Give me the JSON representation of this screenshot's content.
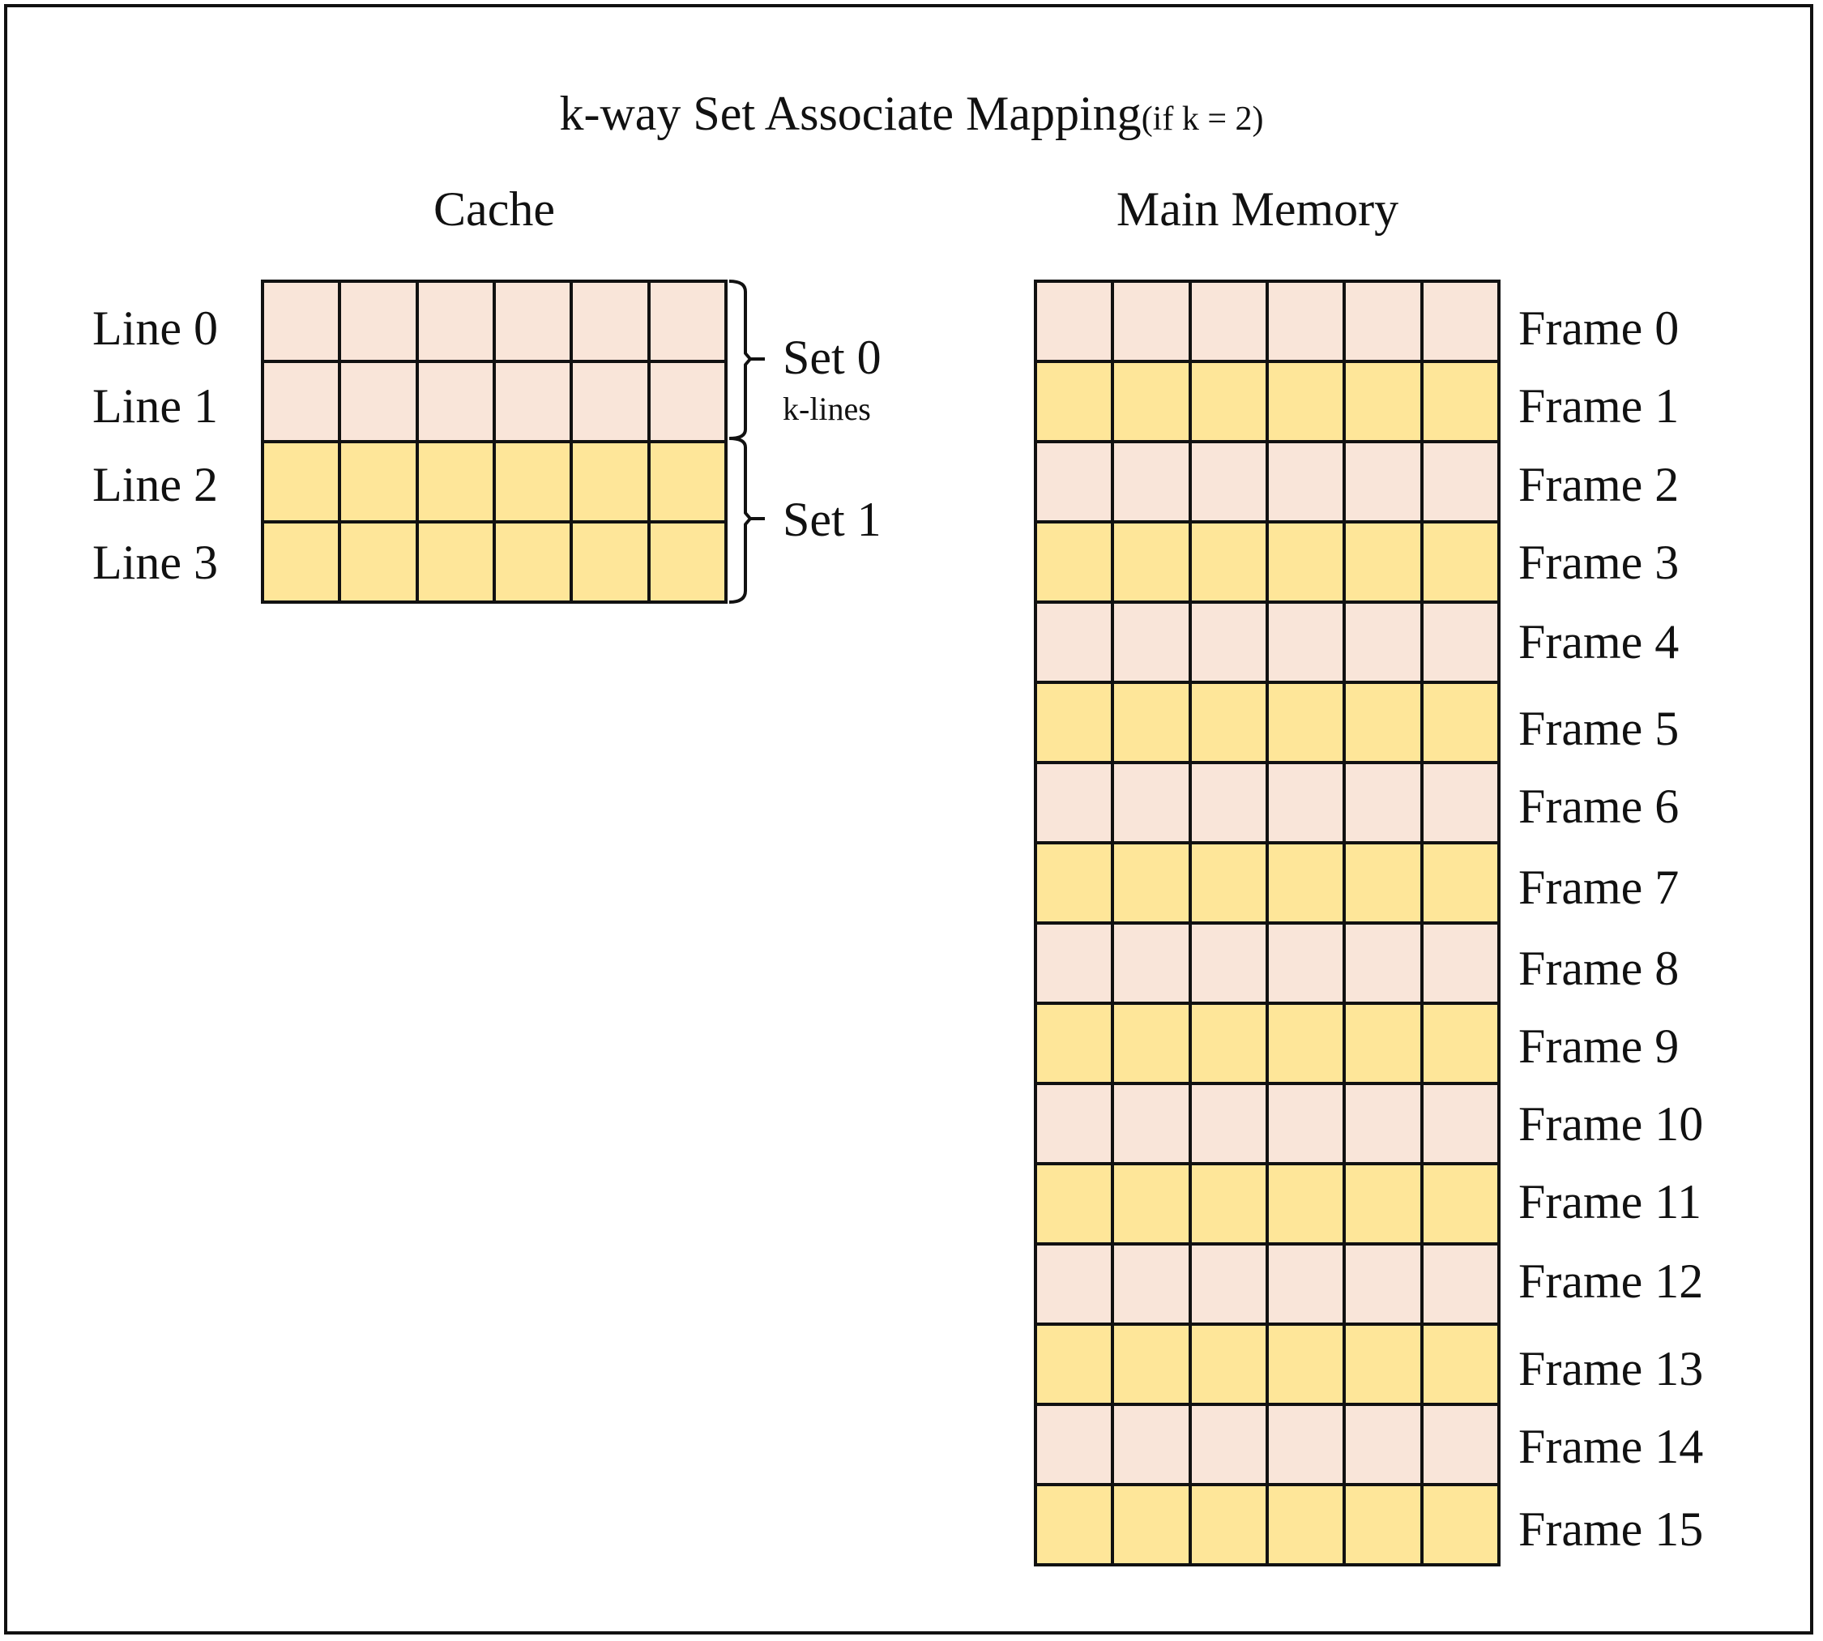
{
  "title": "k-way Set Associate Mapping",
  "title_suffix": "(if k = 2)",
  "colors": {
    "peach": "#f9e5d9",
    "yellow": "#fee699",
    "line": "#111111"
  },
  "cache": {
    "heading": "Cache",
    "columns": 6,
    "lines": [
      {
        "label": "Line 0",
        "color": "peach"
      },
      {
        "label": "Line 1",
        "color": "peach"
      },
      {
        "label": "Line 2",
        "color": "yellow"
      },
      {
        "label": "Line 3",
        "color": "yellow"
      }
    ],
    "sets": [
      {
        "label": "Set 0",
        "note": "k-lines"
      },
      {
        "label": "Set 1"
      }
    ]
  },
  "memory": {
    "heading": "Main Memory",
    "columns": 6,
    "frames": [
      {
        "label": "Frame 0",
        "color": "peach"
      },
      {
        "label": "Frame 1",
        "color": "yellow"
      },
      {
        "label": "Frame 2",
        "color": "peach"
      },
      {
        "label": "Frame 3",
        "color": "yellow"
      },
      {
        "label": "Frame 4",
        "color": "peach"
      },
      {
        "label": "Frame 5",
        "color": "yellow"
      },
      {
        "label": "Frame 6",
        "color": "peach"
      },
      {
        "label": "Frame 7",
        "color": "yellow"
      },
      {
        "label": "Frame 8",
        "color": "peach"
      },
      {
        "label": "Frame 9",
        "color": "yellow"
      },
      {
        "label": "Frame 10",
        "color": "peach"
      },
      {
        "label": "Frame 11",
        "color": "yellow"
      },
      {
        "label": "Frame 12",
        "color": "peach"
      },
      {
        "label": "Frame 13",
        "color": "yellow"
      },
      {
        "label": "Frame 14",
        "color": "peach"
      },
      {
        "label": "Frame 15",
        "color": "yellow"
      }
    ]
  }
}
